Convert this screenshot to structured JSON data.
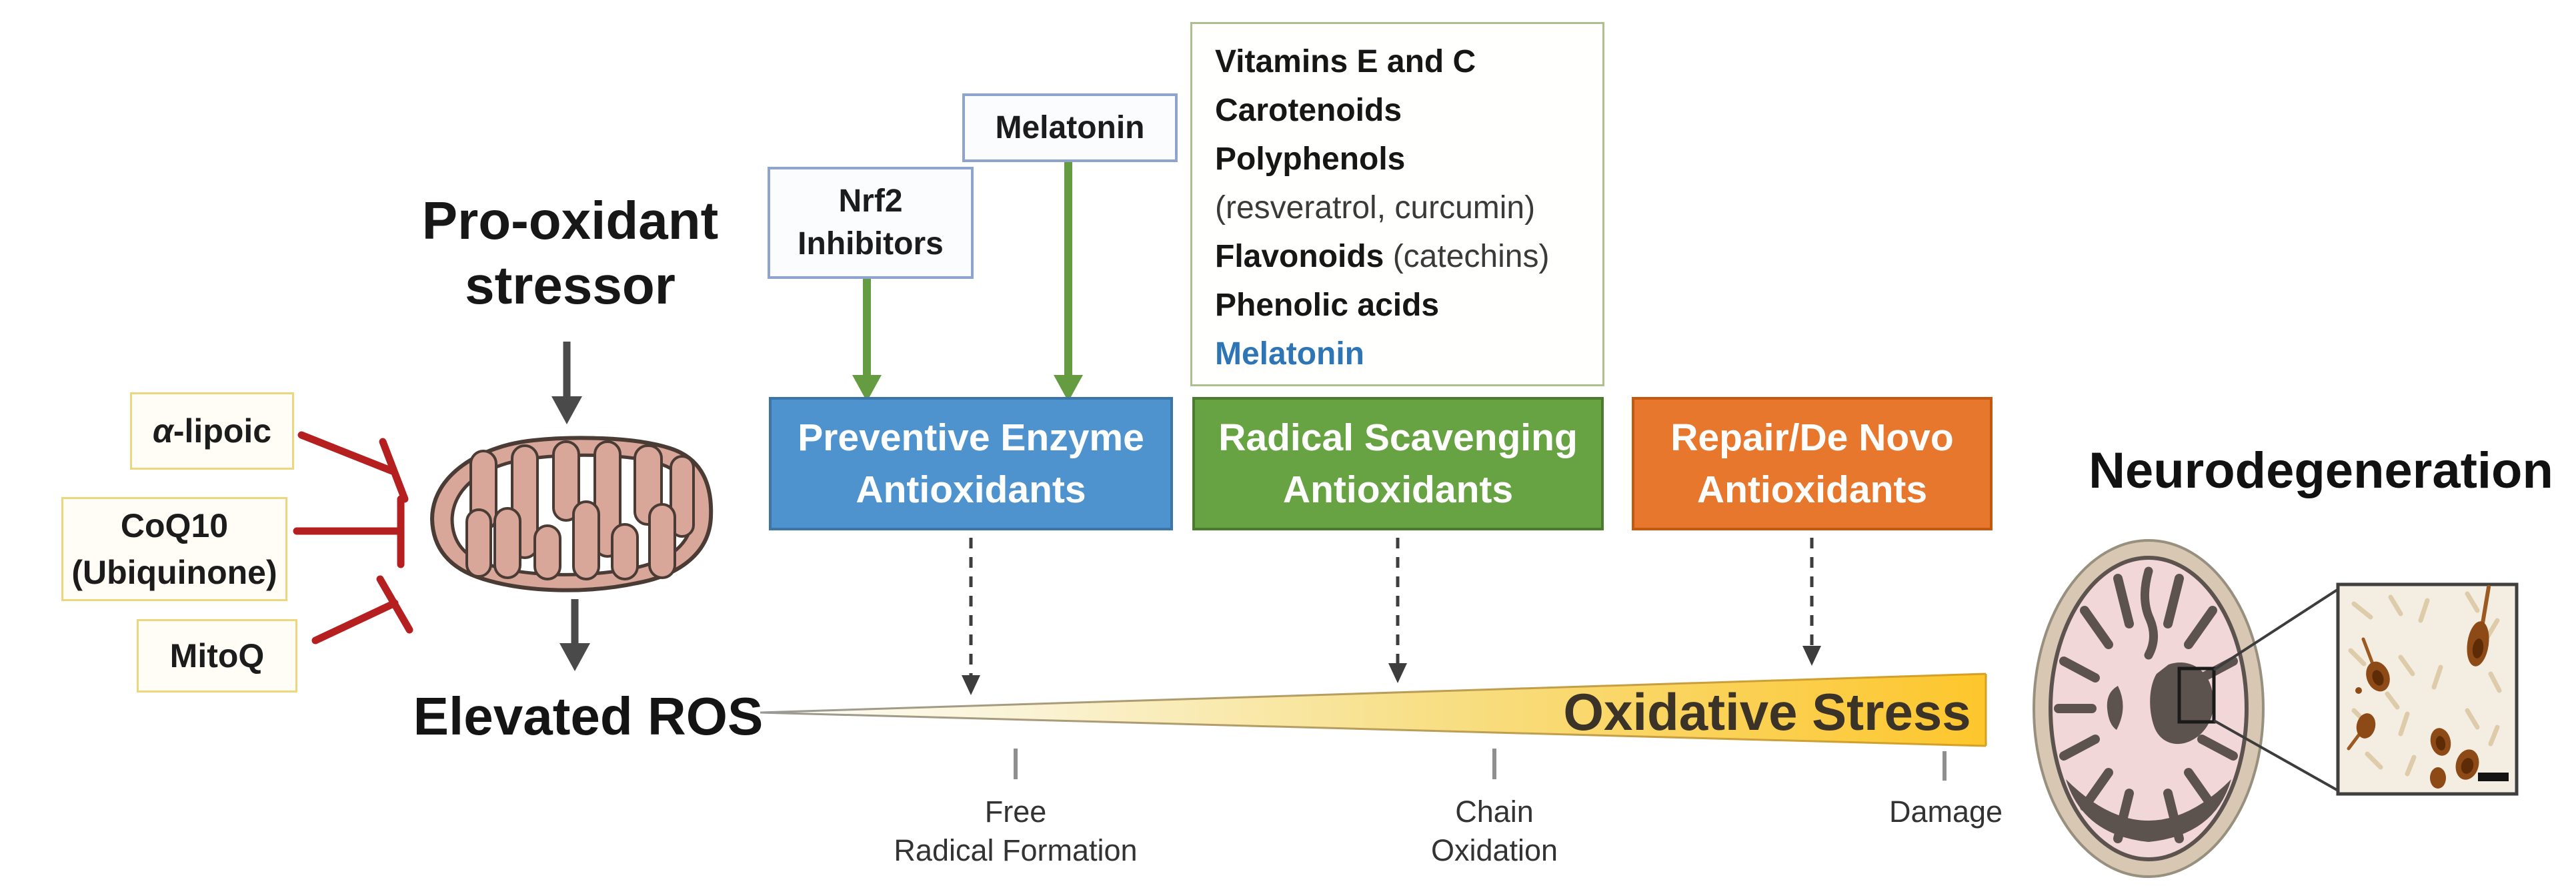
{
  "figure": {
    "stressor": {
      "line1": "Pro-oxidant",
      "line2": "stressor"
    },
    "mito_inhibitors": {
      "alpha_symbol": "α",
      "alpha_rest": "-lipoic",
      "coq10_line1": "CoQ10",
      "coq10_line2": "(Ubiquinone)",
      "mitoq": "MitoQ"
    },
    "elevated_ros": "Elevated ROS",
    "nrf2_box": {
      "line1": "Nrf2",
      "line2": "Inhibitors"
    },
    "melatonin_box": "Melatonin",
    "scavenger_list": {
      "line1": "Vitamins E and C",
      "line2": "Carotenoids",
      "line3": "Polyphenols",
      "line4": "(resveratrol, curcumin)",
      "line5_bold": "Flavonoids",
      "line5_rest": " (catechins)",
      "line6": "Phenolic acids",
      "line7": "Melatonin"
    },
    "categories": {
      "preventive": {
        "line1": "Preventive Enzyme",
        "line2": "Antioxidants"
      },
      "scavenging": {
        "line1": "Radical Scavenging",
        "line2": "Antioxidants"
      },
      "repair": {
        "line1": "Repair/De Novo",
        "line2": "Antioxidants"
      }
    },
    "wedge_label": "Oxidative Stress",
    "stages": {
      "stage1": {
        "line1": "Free",
        "line2": "Radical Formation"
      },
      "stage2": {
        "line1": "Chain",
        "line2": "Oxidation"
      },
      "stage3": {
        "line1": "Damage"
      }
    },
    "neuro_title": "Neurodegeneration"
  },
  "colors": {
    "category_blue": "#4F93CE",
    "category_green": "#67A243",
    "category_orange": "#E8772E",
    "wedge_gold": "#FDC62C",
    "inhibition_red": "#B51F1F",
    "arrow_green": "#669C41",
    "melatonin_blue": "#2E75B6",
    "yellow_box_border": "#ECD77E",
    "blue_box_border": "#8FA3CF",
    "list_box_border": "#ADBF8D",
    "mitochondrion_fill": "#D8A79A",
    "brain_pink": "#F2D7D8",
    "sulci_brown": "#5D534E",
    "neuron_brown": "#8D4A17"
  }
}
